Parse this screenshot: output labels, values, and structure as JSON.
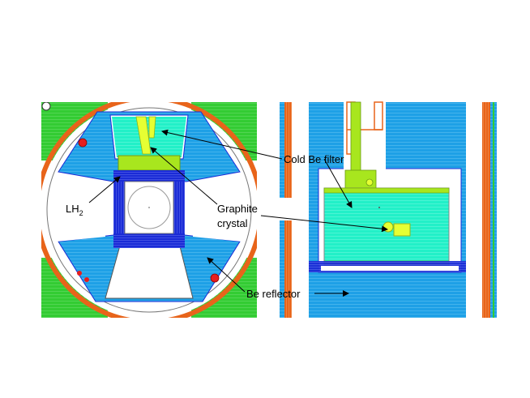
{
  "colors": {
    "green": "#33cc33",
    "orange": "#e8641a",
    "blue": "#1ea0e6",
    "darkblue": "#1a2bd6",
    "cyan": "#22f0c8",
    "yellow": "#e6ff33",
    "yellowgreen": "#a8e61e",
    "red": "#e61e1e",
    "outline": "#555555"
  },
  "labels": {
    "cold_be_filter": "Cold Be filter",
    "lh2_main": "LH",
    "lh2_sub": "2",
    "graphite_line1": "Graphite",
    "graphite_line2": "crystal",
    "be_reflector": "Be reflector"
  }
}
